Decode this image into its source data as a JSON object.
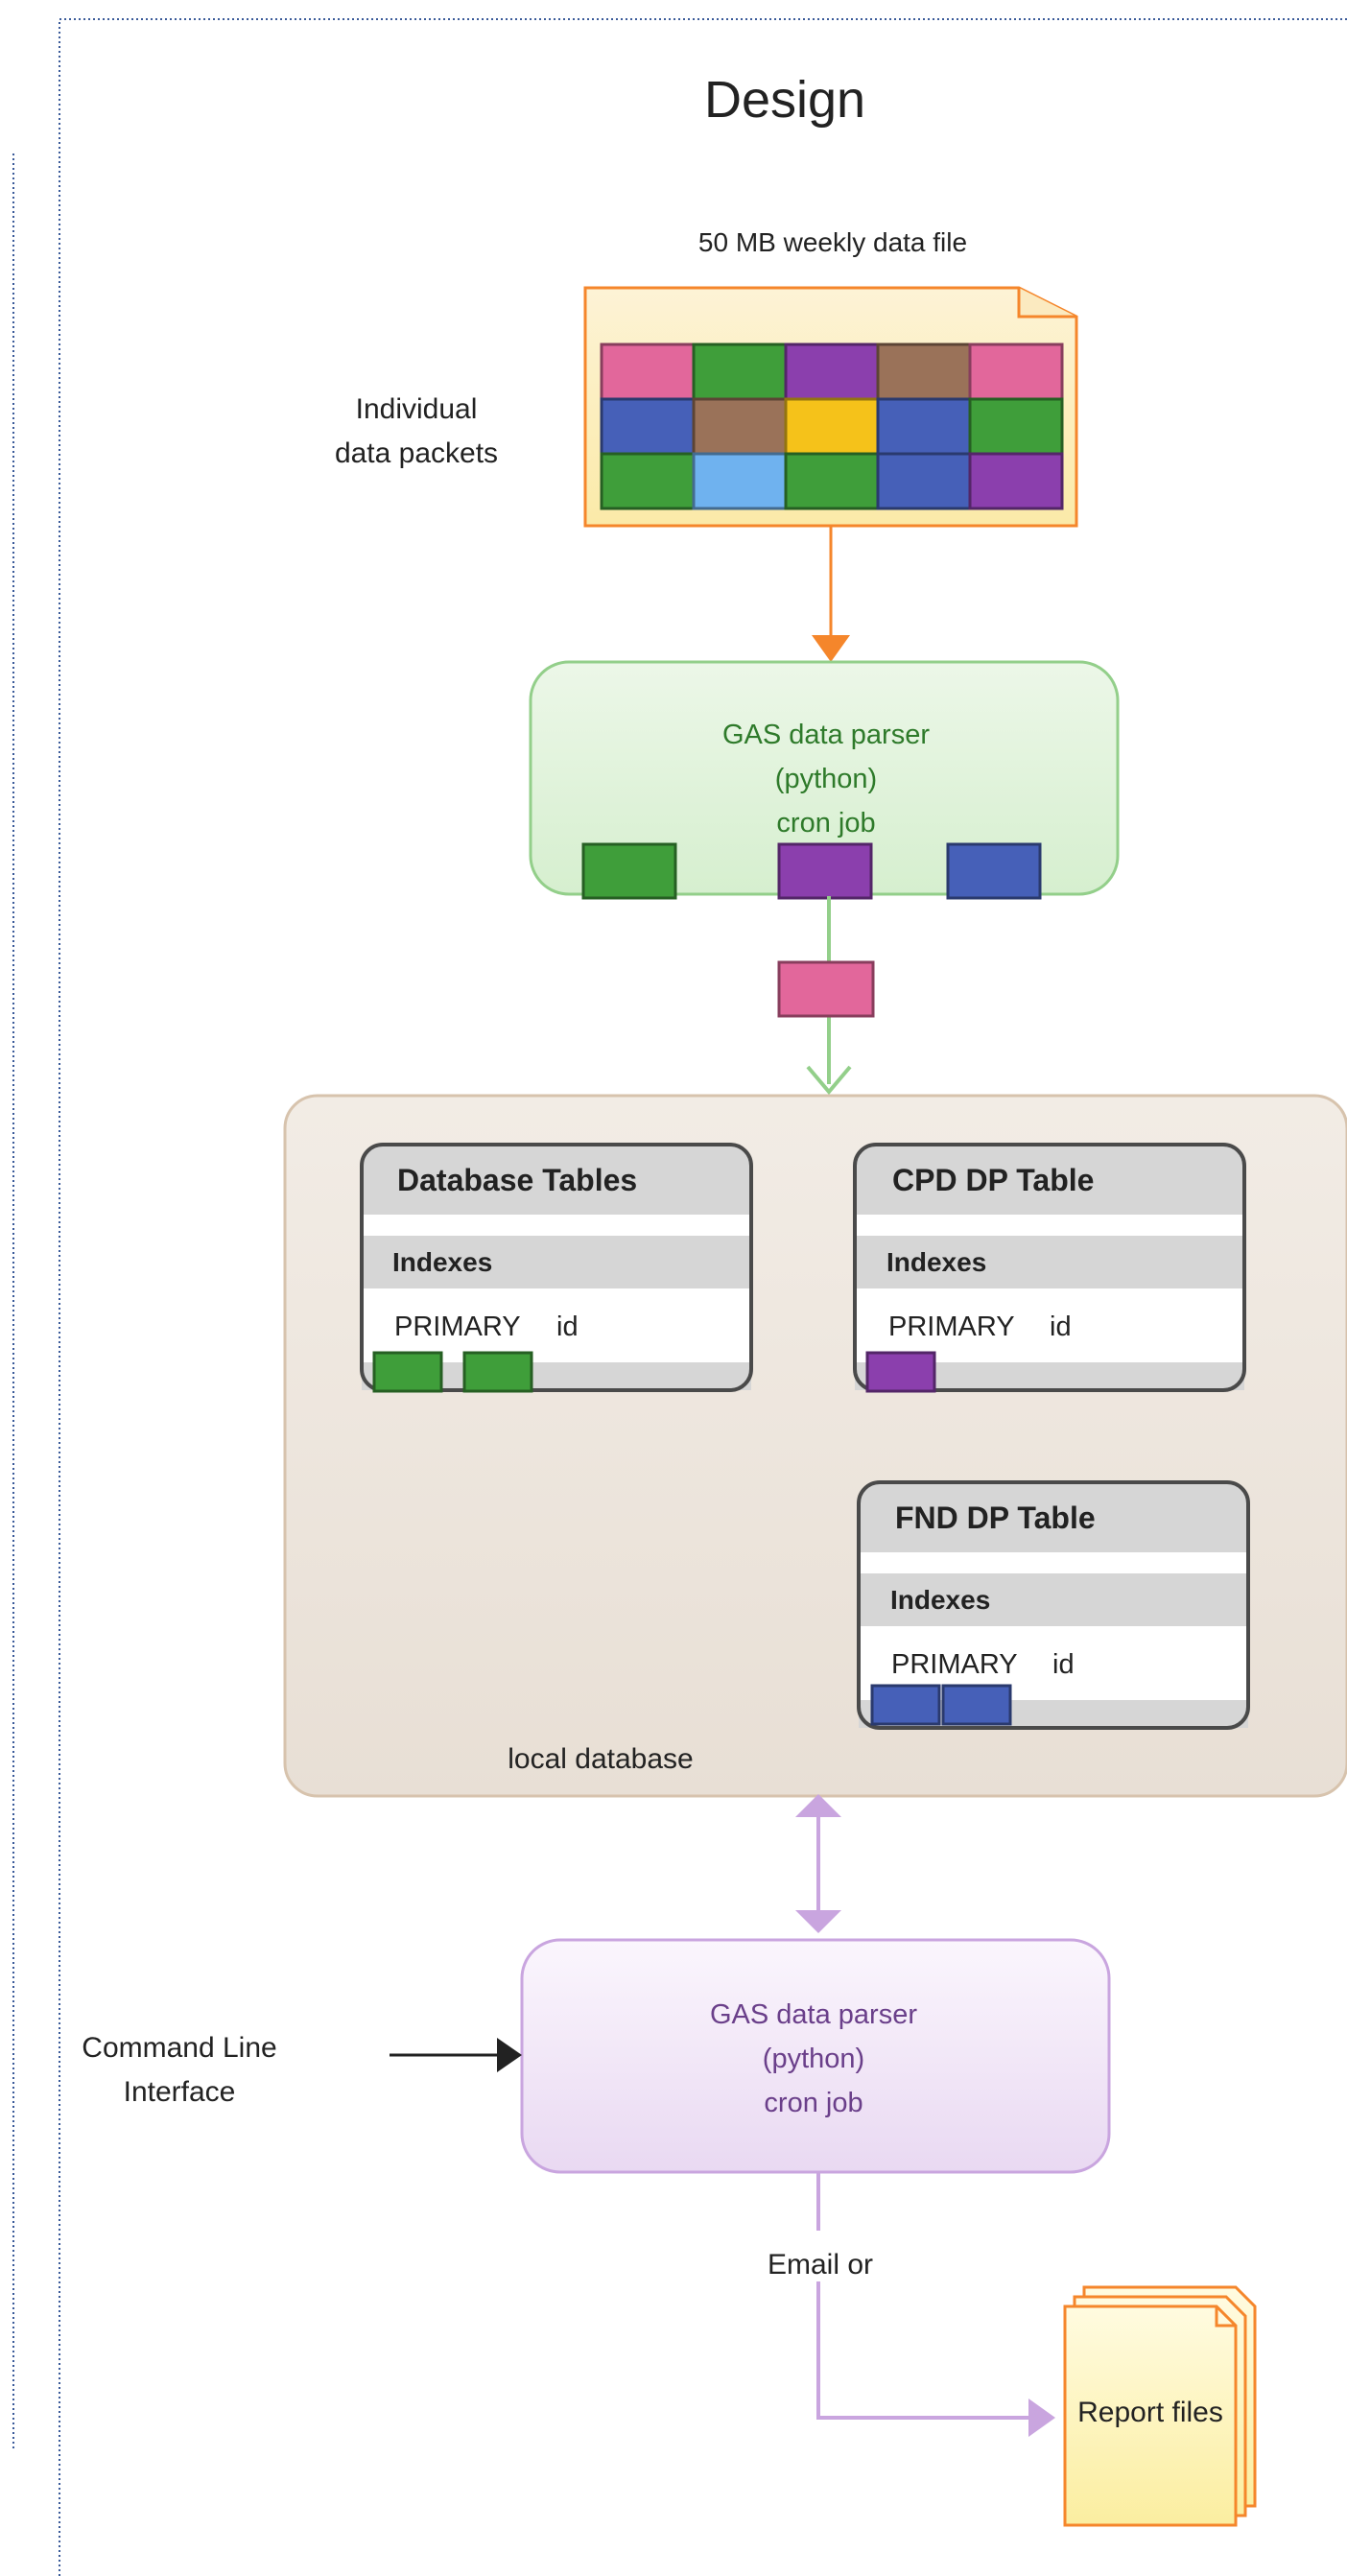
{
  "title": "Design",
  "data_file": {
    "label": "50 MB weekly data file",
    "side_label": [
      "Individual",
      "data packets"
    ],
    "packet_colors": [
      [
        "#e2679b",
        "#3f9e3a",
        "#8b3fad",
        "#9a7259",
        "#e2679b"
      ],
      [
        "#4660b8",
        "#9a7259",
        "#f5c21a",
        "#4660b8",
        "#3f9e3a"
      ],
      [
        "#3f9e3a",
        "#6fb2ef",
        "#3f9e3a",
        "#4660b8",
        "#8b3fad"
      ]
    ]
  },
  "parser_top": {
    "lines": [
      "GAS data parser",
      "(python)",
      "cron job"
    ],
    "packet_colors": [
      "#3f9e3a",
      "#8b3fad",
      "#4660b8"
    ],
    "outgoing_packet_color": "#e2679b"
  },
  "database": {
    "label": "local database",
    "tables": [
      {
        "title": "Database Tables",
        "section": "Indexes",
        "row_key": "PRIMARY",
        "row_val": "id",
        "packet_colors": [
          "#3f9e3a",
          "#3f9e3a"
        ]
      },
      {
        "title": "CPD DP Table",
        "section": "Indexes",
        "row_key": "PRIMARY",
        "row_val": "id",
        "packet_colors": [
          "#8b3fad"
        ]
      },
      {
        "title": "FND DP Table",
        "section": "Indexes",
        "row_key": "PRIMARY",
        "row_val": "id",
        "packet_colors": [
          "#4660b8",
          "#4660b8"
        ]
      }
    ]
  },
  "parser_bottom": {
    "lines": [
      "GAS data parser",
      "(python)",
      "cron job"
    ]
  },
  "cli": {
    "lines": [
      "Command Line",
      "Interface"
    ]
  },
  "email_label": "Email or",
  "report_label": "Report files",
  "colors": {
    "orange": "#f5862b",
    "green_stroke": "#93cf8a",
    "purple_stroke": "#c9a5df",
    "db_fill": "#ebe3da",
    "db_stroke": "#d7c3ad"
  }
}
